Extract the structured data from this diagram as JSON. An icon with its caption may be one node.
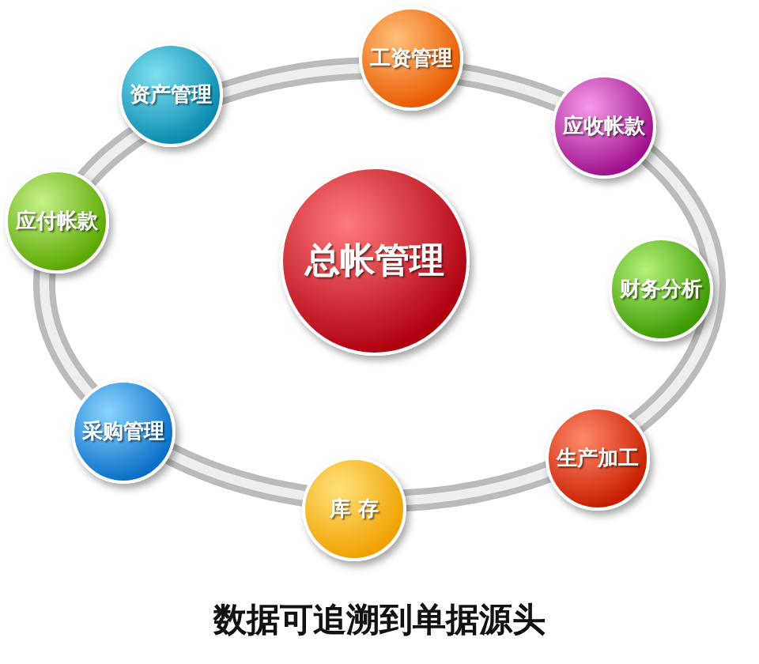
{
  "diagram": {
    "caption": "数据可追溯到单据源头",
    "nodes": [
      {
        "text": [
          "总帐管理"
        ]
      },
      {
        "text": [
          "工资管理"
        ]
      },
      {
        "text": [
          "应收帐款"
        ]
      },
      {
        "text": [
          "财务分析"
        ]
      },
      {
        "text": [
          "生产加工"
        ]
      },
      {
        "text": [
          "库 存"
        ]
      },
      {
        "text": [
          "采购管理"
        ]
      },
      {
        "text": [
          "应付帐款"
        ]
      },
      {
        "text": [
          "资产管理"
        ]
      }
    ]
  }
}
